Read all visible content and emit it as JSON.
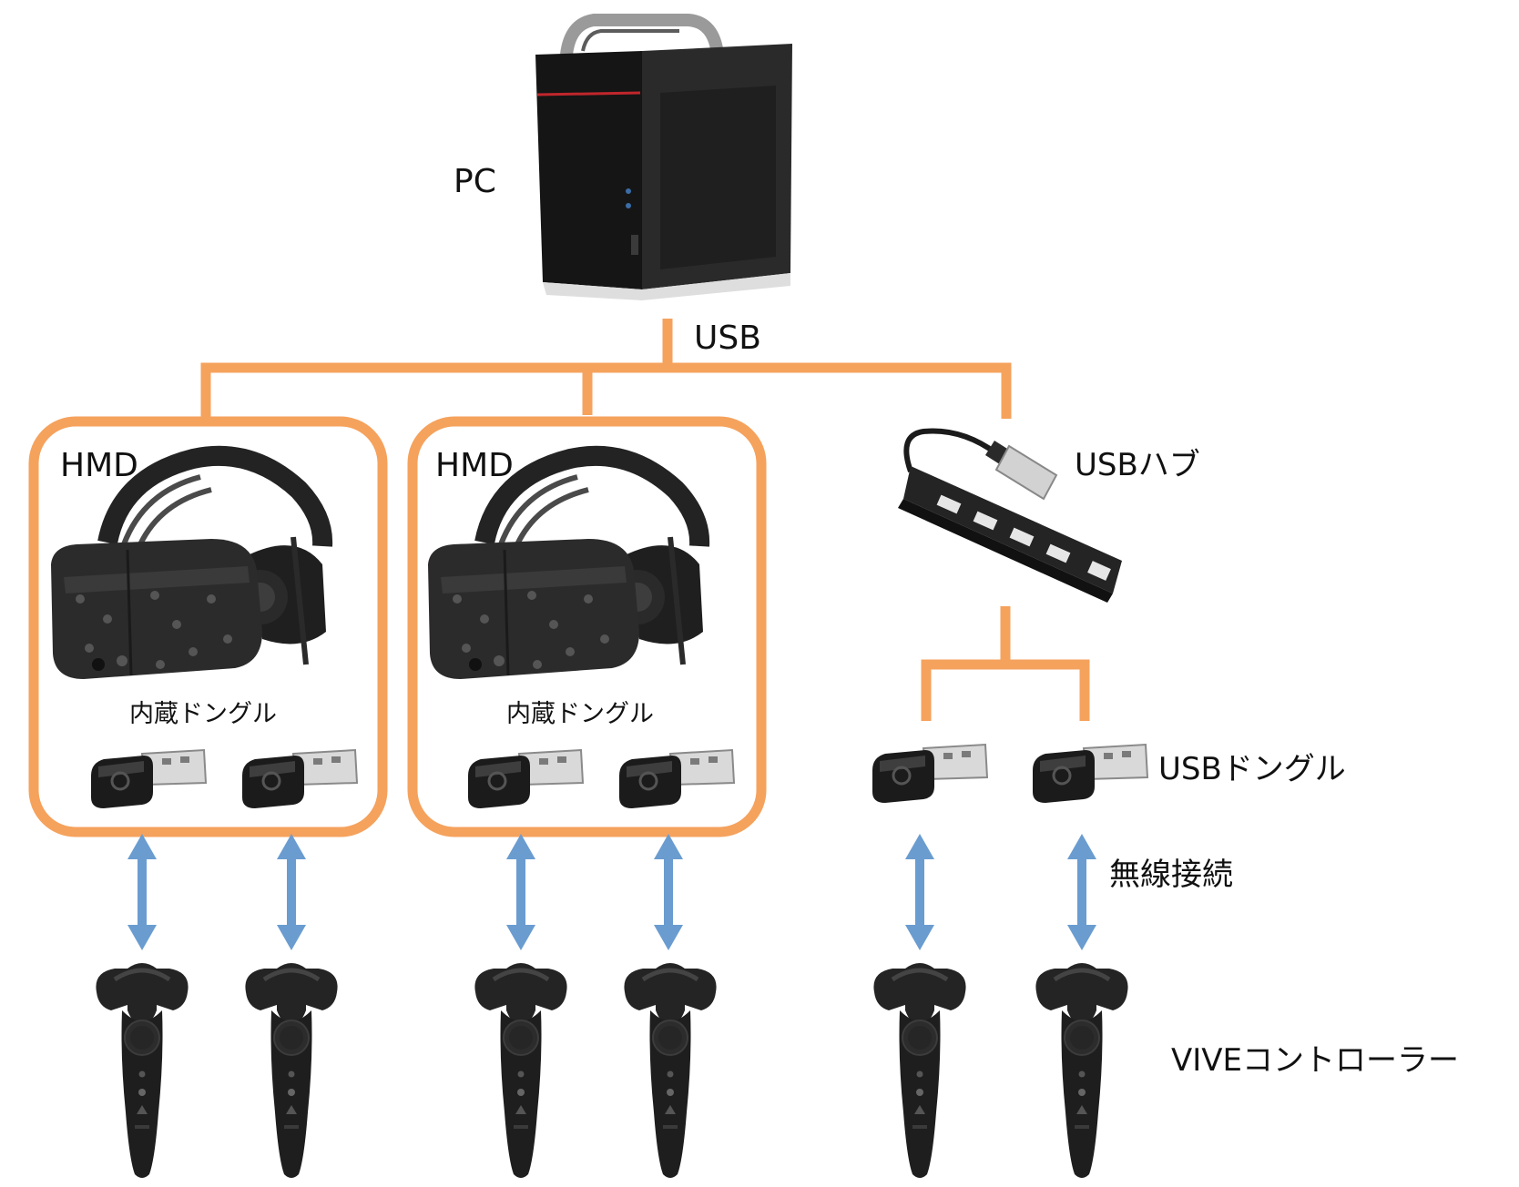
{
  "labels": {
    "pc": "PC",
    "usb": "USB",
    "hmd_1": "HMD",
    "hmd_2": "HMD",
    "usb_hub": "USBハブ",
    "builtin_dongle_1": "内蔵ドングル",
    "builtin_dongle_2": "内蔵ドングル",
    "usb_dongle": "USBドングル",
    "wireless": "無線接続",
    "controller": "VIVEコントローラー"
  },
  "icons": {
    "pc": "pc-tower-icon",
    "hmd": "vive-headset-icon",
    "hub": "usb-hub-icon",
    "dongle": "usb-dongle-icon",
    "controller": "vive-controller-icon",
    "link": "double-arrow-icon"
  },
  "colors": {
    "wire": "#F5A25D",
    "arrow": "#6A9CD0",
    "device": "#1c1c1c",
    "device_light": "#3a3a3a",
    "pc_accent": "#c0262c"
  }
}
